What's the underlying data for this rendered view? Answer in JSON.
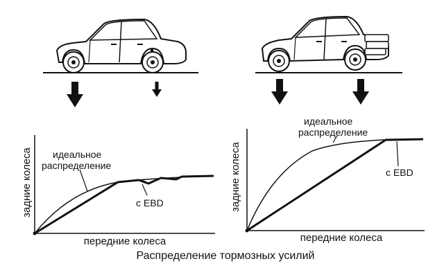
{
  "figure": {
    "caption": "Распределение тормозных усилий"
  },
  "panels": [
    {
      "x_label": "передние колеса",
      "y_label": "задние колеса",
      "ideal_label_line1": "идеальное",
      "ideal_label_line2": "распределение",
      "ebd_label": "с EBD",
      "load_arrows": [
        "large",
        "small"
      ]
    },
    {
      "x_label": "передние колеса",
      "y_label": "задние колеса",
      "ideal_label_line1": "идеальное",
      "ideal_label_line2": "распределение",
      "ebd_label": "с EBD",
      "load_arrows": [
        "large",
        "large"
      ]
    }
  ],
  "colors": {
    "ink": "#111111",
    "paper": "#ffffff"
  }
}
